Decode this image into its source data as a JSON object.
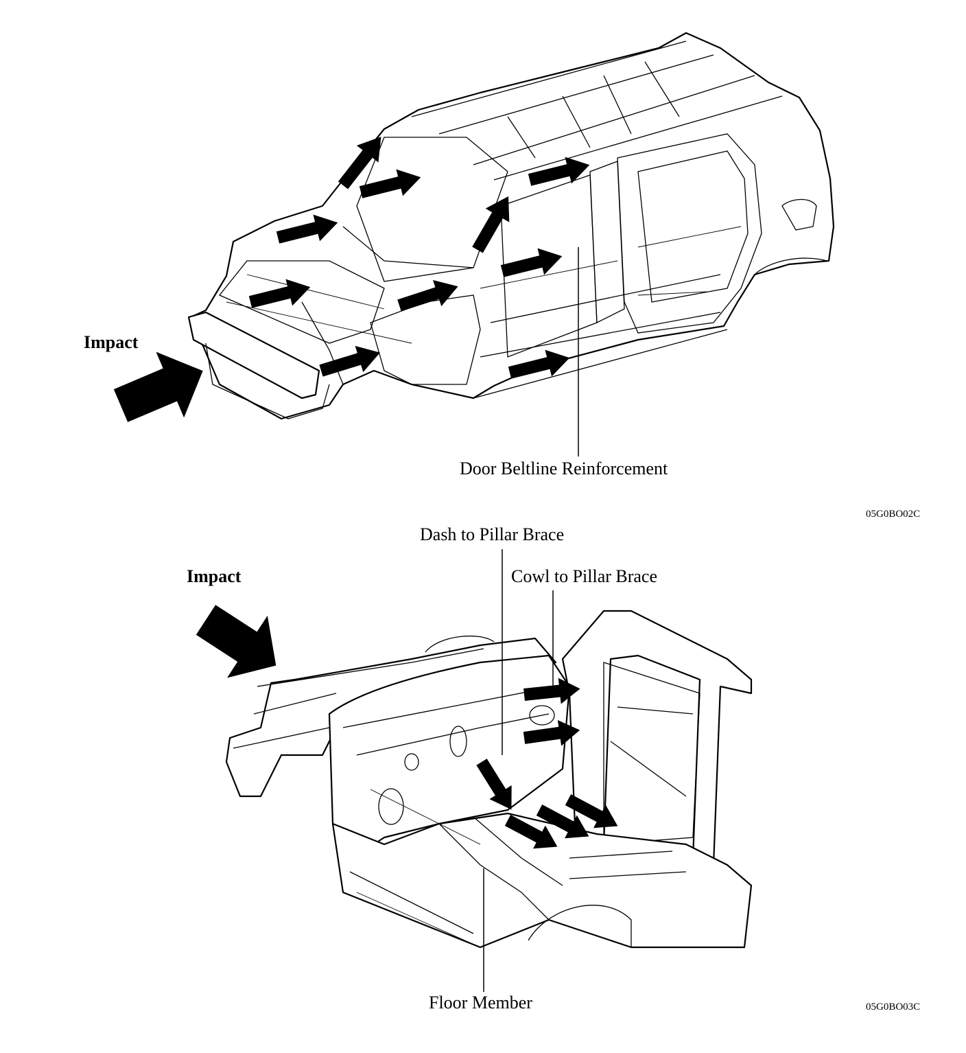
{
  "diagram_top": {
    "impact_label": "Impact",
    "callouts": [
      "Door Beltline Reinforcement"
    ],
    "figure_code": "05G0BO02C"
  },
  "diagram_bottom": {
    "impact_label": "Impact",
    "callouts": [
      "Dash to Pillar Brace",
      "Cowl to Pillar Brace",
      "Floor Member"
    ],
    "figure_code": "05G0BO03C"
  },
  "colors": {
    "ink": "#000000",
    "paper": "#ffffff"
  },
  "icons": [
    "load-path-arrow-icon",
    "impact-arrow-icon"
  ]
}
